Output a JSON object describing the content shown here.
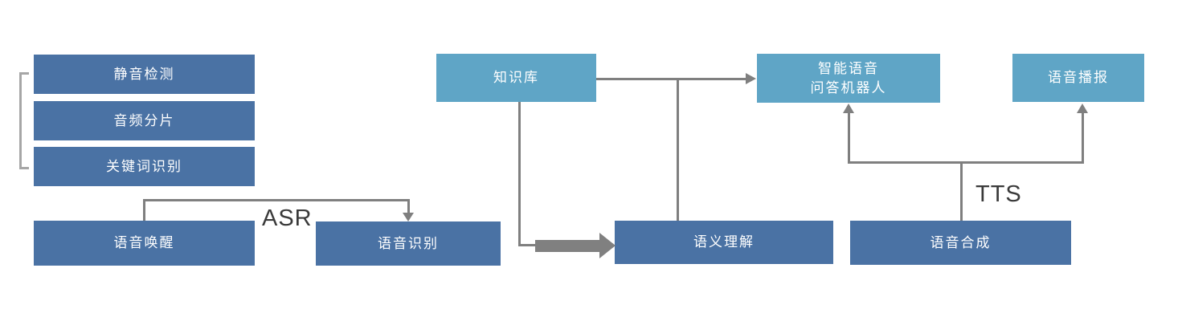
{
  "diagram": {
    "title": "voice-ai-pipeline-flowchart",
    "colors": {
      "primary_box": "#4a72a4",
      "secondary_box": "#5fa5c6",
      "connector": "#7f7f7f",
      "thick_arrow": "#808080",
      "bracket": "#a6a6a6",
      "edge_label_text": "#3a3a3a",
      "node_text": "#ffffff",
      "background": "#ffffff"
    },
    "nodes": [
      {
        "id": "silence-detection",
        "label": "静音检测",
        "style": "primary"
      },
      {
        "id": "audio-segmentation",
        "label": "音频分片",
        "style": "primary"
      },
      {
        "id": "keyword-recognition",
        "label": "关键词识别",
        "style": "primary"
      },
      {
        "id": "voice-wakeup",
        "label": "语音唤醒",
        "style": "primary"
      },
      {
        "id": "speech-recognition",
        "label": "语音识别",
        "style": "primary"
      },
      {
        "id": "knowledge-base",
        "label": "知识库",
        "style": "secondary"
      },
      {
        "id": "semantic-understanding",
        "label": "语义理解",
        "style": "primary"
      },
      {
        "id": "speech-synthesis",
        "label": "语音合成",
        "style": "primary"
      },
      {
        "id": "qa-robot",
        "label": "智能语音\n问答机器人",
        "style": "secondary"
      },
      {
        "id": "voice-broadcast",
        "label": "语音播报",
        "style": "secondary"
      }
    ],
    "edge_labels": {
      "asr": "ASR",
      "tts": "TTS"
    }
  }
}
